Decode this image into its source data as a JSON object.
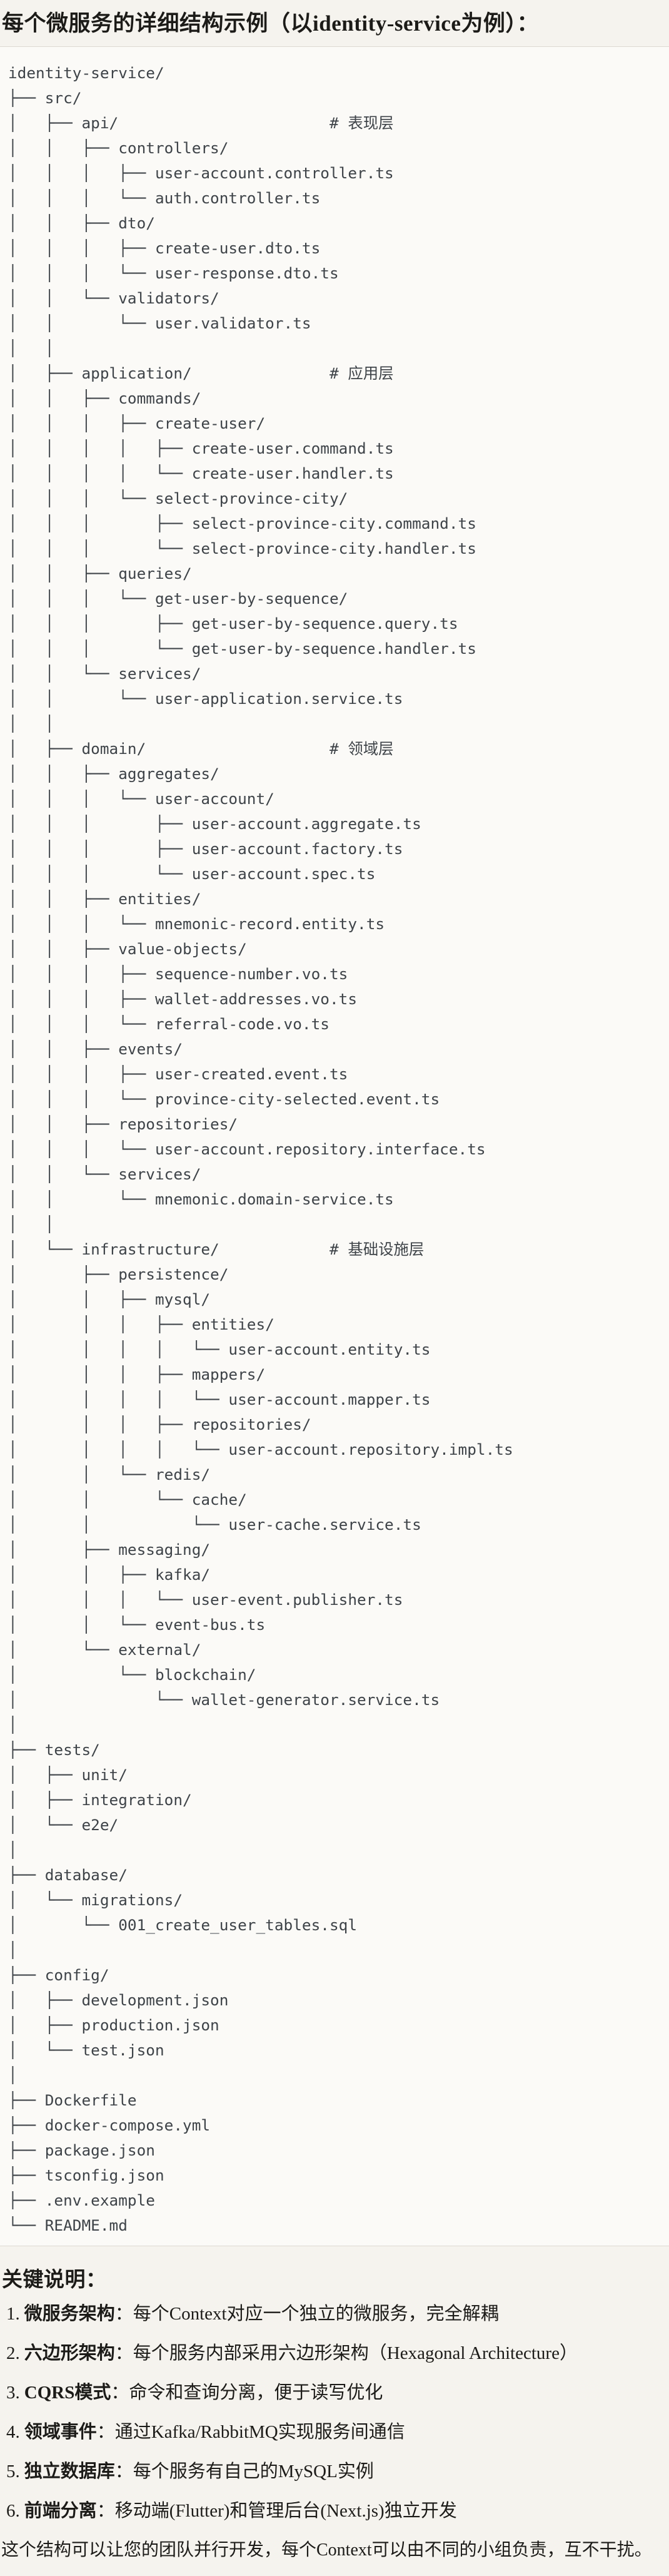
{
  "page": {
    "title": "每个微服务的详细结构示例（以identity-service为例）："
  },
  "colors": {
    "page_background": "#f5f3ee",
    "code_background": "#fbfaf7",
    "code_border": "#ddd9d2",
    "code_text": "#3e4348",
    "body_text": "#1c1b18"
  },
  "code_block": {
    "content_type": "directory-tree",
    "root": "identity-service/",
    "layer_comments": [
      "# 表现层",
      "# 应用层",
      "# 领域层",
      "# 基础设施层"
    ],
    "tree_lines": [
      "identity-service/",
      "├── src/",
      "│   ├── api/                       # 表现层",
      "│   │   ├── controllers/",
      "│   │   │   ├── user-account.controller.ts",
      "│   │   │   └── auth.controller.ts",
      "│   │   ├── dto/",
      "│   │   │   ├── create-user.dto.ts",
      "│   │   │   └── user-response.dto.ts",
      "│   │   └── validators/",
      "│   │       └── user.validator.ts",
      "│   │",
      "│   ├── application/               # 应用层",
      "│   │   ├── commands/",
      "│   │   │   ├── create-user/",
      "│   │   │   │   ├── create-user.command.ts",
      "│   │   │   │   └── create-user.handler.ts",
      "│   │   │   └── select-province-city/",
      "│   │   │       ├── select-province-city.command.ts",
      "│   │   │       └── select-province-city.handler.ts",
      "│   │   ├── queries/",
      "│   │   │   └── get-user-by-sequence/",
      "│   │   │       ├── get-user-by-sequence.query.ts",
      "│   │   │       └── get-user-by-sequence.handler.ts",
      "│   │   └── services/",
      "│   │       └── user-application.service.ts",
      "│   │",
      "│   ├── domain/                    # 领域层",
      "│   │   ├── aggregates/",
      "│   │   │   └── user-account/",
      "│   │   │       ├── user-account.aggregate.ts",
      "│   │   │       ├── user-account.factory.ts",
      "│   │   │       └── user-account.spec.ts",
      "│   │   ├── entities/",
      "│   │   │   └── mnemonic-record.entity.ts",
      "│   │   ├── value-objects/",
      "│   │   │   ├── sequence-number.vo.ts",
      "│   │   │   ├── wallet-addresses.vo.ts",
      "│   │   │   └── referral-code.vo.ts",
      "│   │   ├── events/",
      "│   │   │   ├── user-created.event.ts",
      "│   │   │   └── province-city-selected.event.ts",
      "│   │   ├── repositories/",
      "│   │   │   └── user-account.repository.interface.ts",
      "│   │   └── services/",
      "│   │       └── mnemonic.domain-service.ts",
      "│   │",
      "│   └── infrastructure/            # 基础设施层",
      "│       ├── persistence/",
      "│       │   ├── mysql/",
      "│       │   │   ├── entities/",
      "│       │   │   │   └── user-account.entity.ts",
      "│       │   │   ├── mappers/",
      "│       │   │   │   └── user-account.mapper.ts",
      "│       │   │   ├── repositories/",
      "│       │   │   │   └── user-account.repository.impl.ts",
      "│       │   └── redis/",
      "│       │       └── cache/",
      "│       │           └── user-cache.service.ts",
      "│       ├── messaging/",
      "│       │   ├── kafka/",
      "│       │   │   └── user-event.publisher.ts",
      "│       │   └── event-bus.ts",
      "│       └── external/",
      "│           └── blockchain/",
      "│               └── wallet-generator.service.ts",
      "│",
      "├── tests/",
      "│   ├── unit/",
      "│   ├── integration/",
      "│   └── e2e/",
      "│",
      "├── database/",
      "│   └── migrations/",
      "│       └── 001_create_user_tables.sql",
      "│",
      "├── config/",
      "│   ├── development.json",
      "│   ├── production.json",
      "│   └── test.json",
      "│",
      "├── Dockerfile",
      "├── docker-compose.yml",
      "├── package.json",
      "├── tsconfig.json",
      "├── .env.example",
      "└── README.md"
    ]
  },
  "notes": {
    "heading": "关键说明：",
    "items": [
      {
        "num": "1.",
        "term": "微服务架构",
        "desc": "：每个Context对应一个独立的微服务，完全解耦"
      },
      {
        "num": "2.",
        "term": "六边形架构",
        "desc": "：每个服务内部采用六边形架构（Hexagonal Architecture）"
      },
      {
        "num": "3.",
        "term": "CQRS模式",
        "desc": "：命令和查询分离，便于读写优化"
      },
      {
        "num": "4.",
        "term": "领域事件",
        "desc": "：通过Kafka/RabbitMQ实现服务间通信"
      },
      {
        "num": "5.",
        "term": "独立数据库",
        "desc": "：每个服务有自己的MySQL实例"
      },
      {
        "num": "6.",
        "term": "前端分离",
        "desc": "：移动端(Flutter)和管理后台(Next.js)独立开发"
      }
    ],
    "footer": "这个结构可以让您的团队并行开发，每个Context可以由不同的小组负责，互不干扰。"
  }
}
